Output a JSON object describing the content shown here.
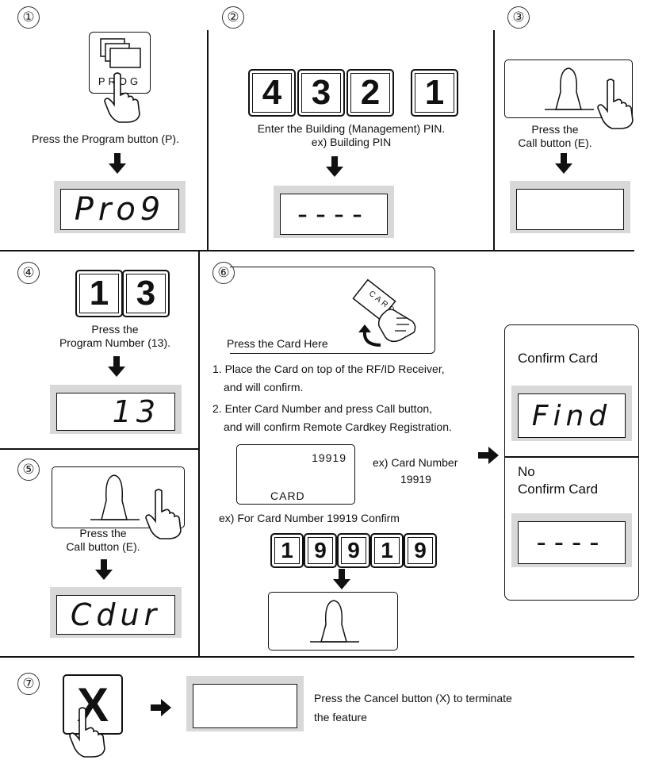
{
  "steps": {
    "s1": {
      "num": "①",
      "button_text": "PROG",
      "caption": "Press the Program button (P).",
      "display": "Pro9"
    },
    "s2": {
      "num": "②",
      "keys": [
        "4",
        "3",
        "2",
        "1"
      ],
      "caption_line1": "Enter the Building (Management) PIN.",
      "caption_line2": "ex) Building PIN",
      "display": "----"
    },
    "s3": {
      "num": "③",
      "caption_line1": "Press the",
      "caption_line2": "Call button (E).",
      "display": ""
    },
    "s4": {
      "num": "④",
      "keys": [
        "1",
        "3"
      ],
      "caption_line1": "Press the",
      "caption_line2": "Program Number (13).",
      "display": "13"
    },
    "s5": {
      "num": "⑤",
      "caption_line1": "Press the",
      "caption_line2": "Call button (E).",
      "display": "Cdur"
    },
    "s6": {
      "num": "⑥",
      "card_text": "CARD",
      "card_label": "Press the Card Here",
      "instr1_line1": "1. Place the Card on top of the RF/ID Receiver,",
      "instr1_line2": "and will confirm.",
      "instr2_line1": "2. Enter Card Number and press Call button,",
      "instr2_line2": "and will confirm Remote Cardkey Registration.",
      "card_number": "19919",
      "card_word": "CARD",
      "ex_label_line1": "ex) Card Number",
      "ex_label_line2": "19919",
      "confirm_caption": "ex) For Card Number 19919 Confirm",
      "keys": [
        "1",
        "9",
        "9",
        "1",
        "9"
      ],
      "result_confirm_title": "Confirm Card",
      "result_confirm_display": "Find",
      "result_no_line1": "No",
      "result_no_line2": "Confirm Card",
      "result_no_display": "----"
    },
    "s7": {
      "num": "⑦",
      "key": "X",
      "caption_line1": "Press the Cancel button (X) to terminate",
      "caption_line2": "the feature",
      "display": ""
    }
  }
}
